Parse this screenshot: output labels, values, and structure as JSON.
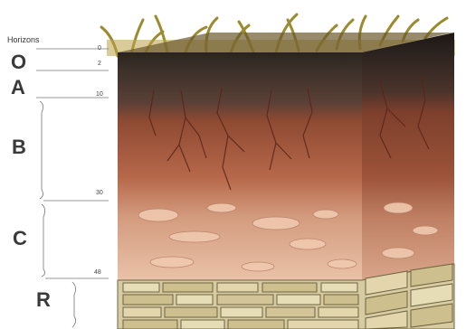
{
  "diagram": {
    "title": "Horizons",
    "horizons": [
      "O",
      "A",
      "B",
      "C",
      "R"
    ],
    "depth_marks": [
      "0",
      "2",
      "10",
      "30",
      "48"
    ]
  },
  "colors": {
    "grass": "#9c8a2e",
    "o_horizon": "#2a2320",
    "a_horizon": "#4a3a33",
    "b_horizon": "#a4573a",
    "c_horizon": "#e2b499",
    "bedrock": "#cfc39a",
    "roots": "#5a2418"
  }
}
